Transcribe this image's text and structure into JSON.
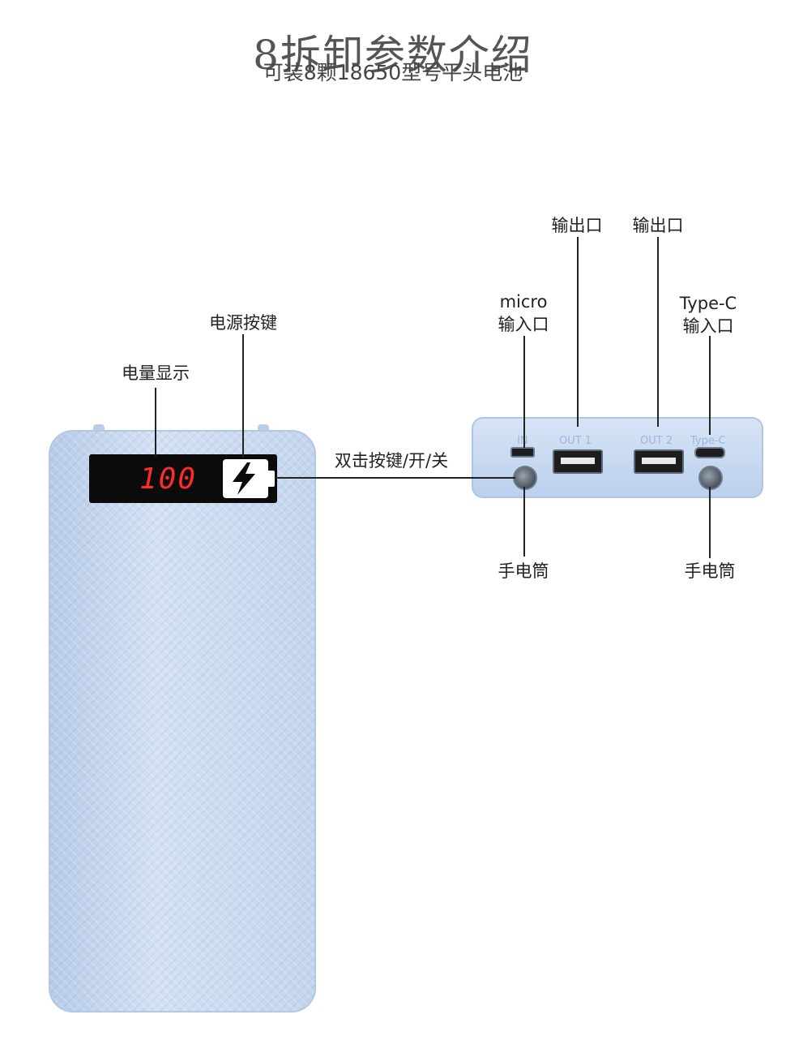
{
  "header": {
    "title": "8拆卸参数介绍",
    "subtitle": "可装8颗18650型号平头电池"
  },
  "labels": {
    "battery_display": "电量显示",
    "power_button": "电源按键",
    "double_click": "双击按键/开/关",
    "output_1": "输出口",
    "output_2": "输出口",
    "micro_line1": "micro",
    "micro_line2": "输入口",
    "typec_line1": "Type-C",
    "typec_line2": "输入口",
    "flashlight_left": "手电筒",
    "flashlight_right": "手电筒"
  },
  "device": {
    "display_value": "100",
    "ports": {
      "in": "IN",
      "out1": "OUT 1",
      "out2": "OUT 2",
      "typec": "Type-C"
    }
  },
  "colors": {
    "body": "#c6d7ee",
    "digits": "#ff2a2a",
    "display": "#0b0b0b"
  }
}
